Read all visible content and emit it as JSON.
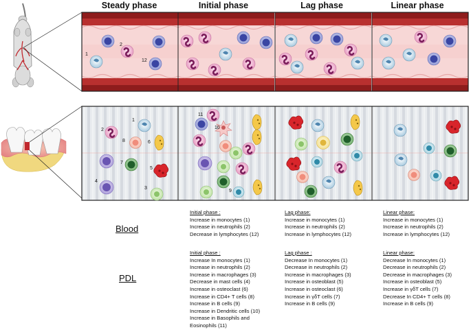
{
  "phases": [
    "Steady phase",
    "Initial phase",
    "Lag phase",
    "Linear phase"
  ],
  "row_labels": {
    "blood": "Blood",
    "pdl": "PDL"
  },
  "panel_numbers": {
    "blood_steady": [
      "1",
      "2",
      "12"
    ],
    "pdl_steady": [
      "1",
      "2",
      "3",
      "4",
      "5",
      "6",
      "7",
      "8"
    ],
    "pdl_initial": [
      "9",
      "10",
      "11"
    ]
  },
  "blood_text": [
    {
      "heading": "Initial phase :",
      "lines": [
        "Increase in monocytes (1)",
        "Increase in neutrophils  (2)",
        "Decrease in lymphocytes (12)"
      ]
    },
    {
      "heading": "Lag phase:",
      "lines": [
        "Increase in monocytes (1)",
        "Increase in neutrophils  (2)",
        "Increase in lymphocytes (12)"
      ]
    },
    {
      "heading": "Linear phase:",
      "lines": [
        "Increase in monocytes (1)",
        "Increase in neutrophils  (2)",
        "Increase in lymphocytes (12)"
      ]
    }
  ],
  "pdl_text": [
    {
      "heading": "Initial phase :",
      "lines": [
        "Increase In monocytes (1)",
        "Increase in neutrophils (2)",
        "Increase in macrophages (3)",
        "Decrease in mast cells (4)",
        "Increase in osteoclast (6)",
        "Increase in CD4+ T cells (8)",
        "Increase in B cells (9)",
        "Increase in Dendritic cells (10)",
        "Increase in Basophils and",
        "Eosinophils (11)"
      ]
    },
    {
      "heading": "Lag phase :",
      "lines": [
        "Decrease In monocytes (1)",
        "Decrease in neutrophils (2)",
        "Increase in macrophages (3)",
        "Increase in osteoblast (5)",
        "Increase in osteoclast (6)",
        "Increase in γδT cells (7)",
        "Increase in B cells (9)"
      ]
    },
    {
      "heading": "Linear phase:",
      "lines": [
        "Decrease In monocytes (1)",
        "Decrease in neutrophils (2)",
        "Decrease in macrophages (3)",
        "Increase in osteoblast (5)",
        "Increase in γδT cells (7)",
        "Decrease In CD4+ T cells (8)",
        "Increase in B cells (9)"
      ]
    }
  ],
  "colors": {
    "vessel_wall": "#8e1c1c",
    "vessel_lumen": "#f7d7d6",
    "pdl_bg": "#e9ecef",
    "monocyte": "#cfe3f0",
    "neutrophil": "#f3b6d5",
    "lymphocyte": "#aab0e0",
    "macrophage": "#f4c84a",
    "osteoclast": "#d8252b",
    "osteoblast": "#5b9a57",
    "mast_cell": "#8f7fc7"
  }
}
